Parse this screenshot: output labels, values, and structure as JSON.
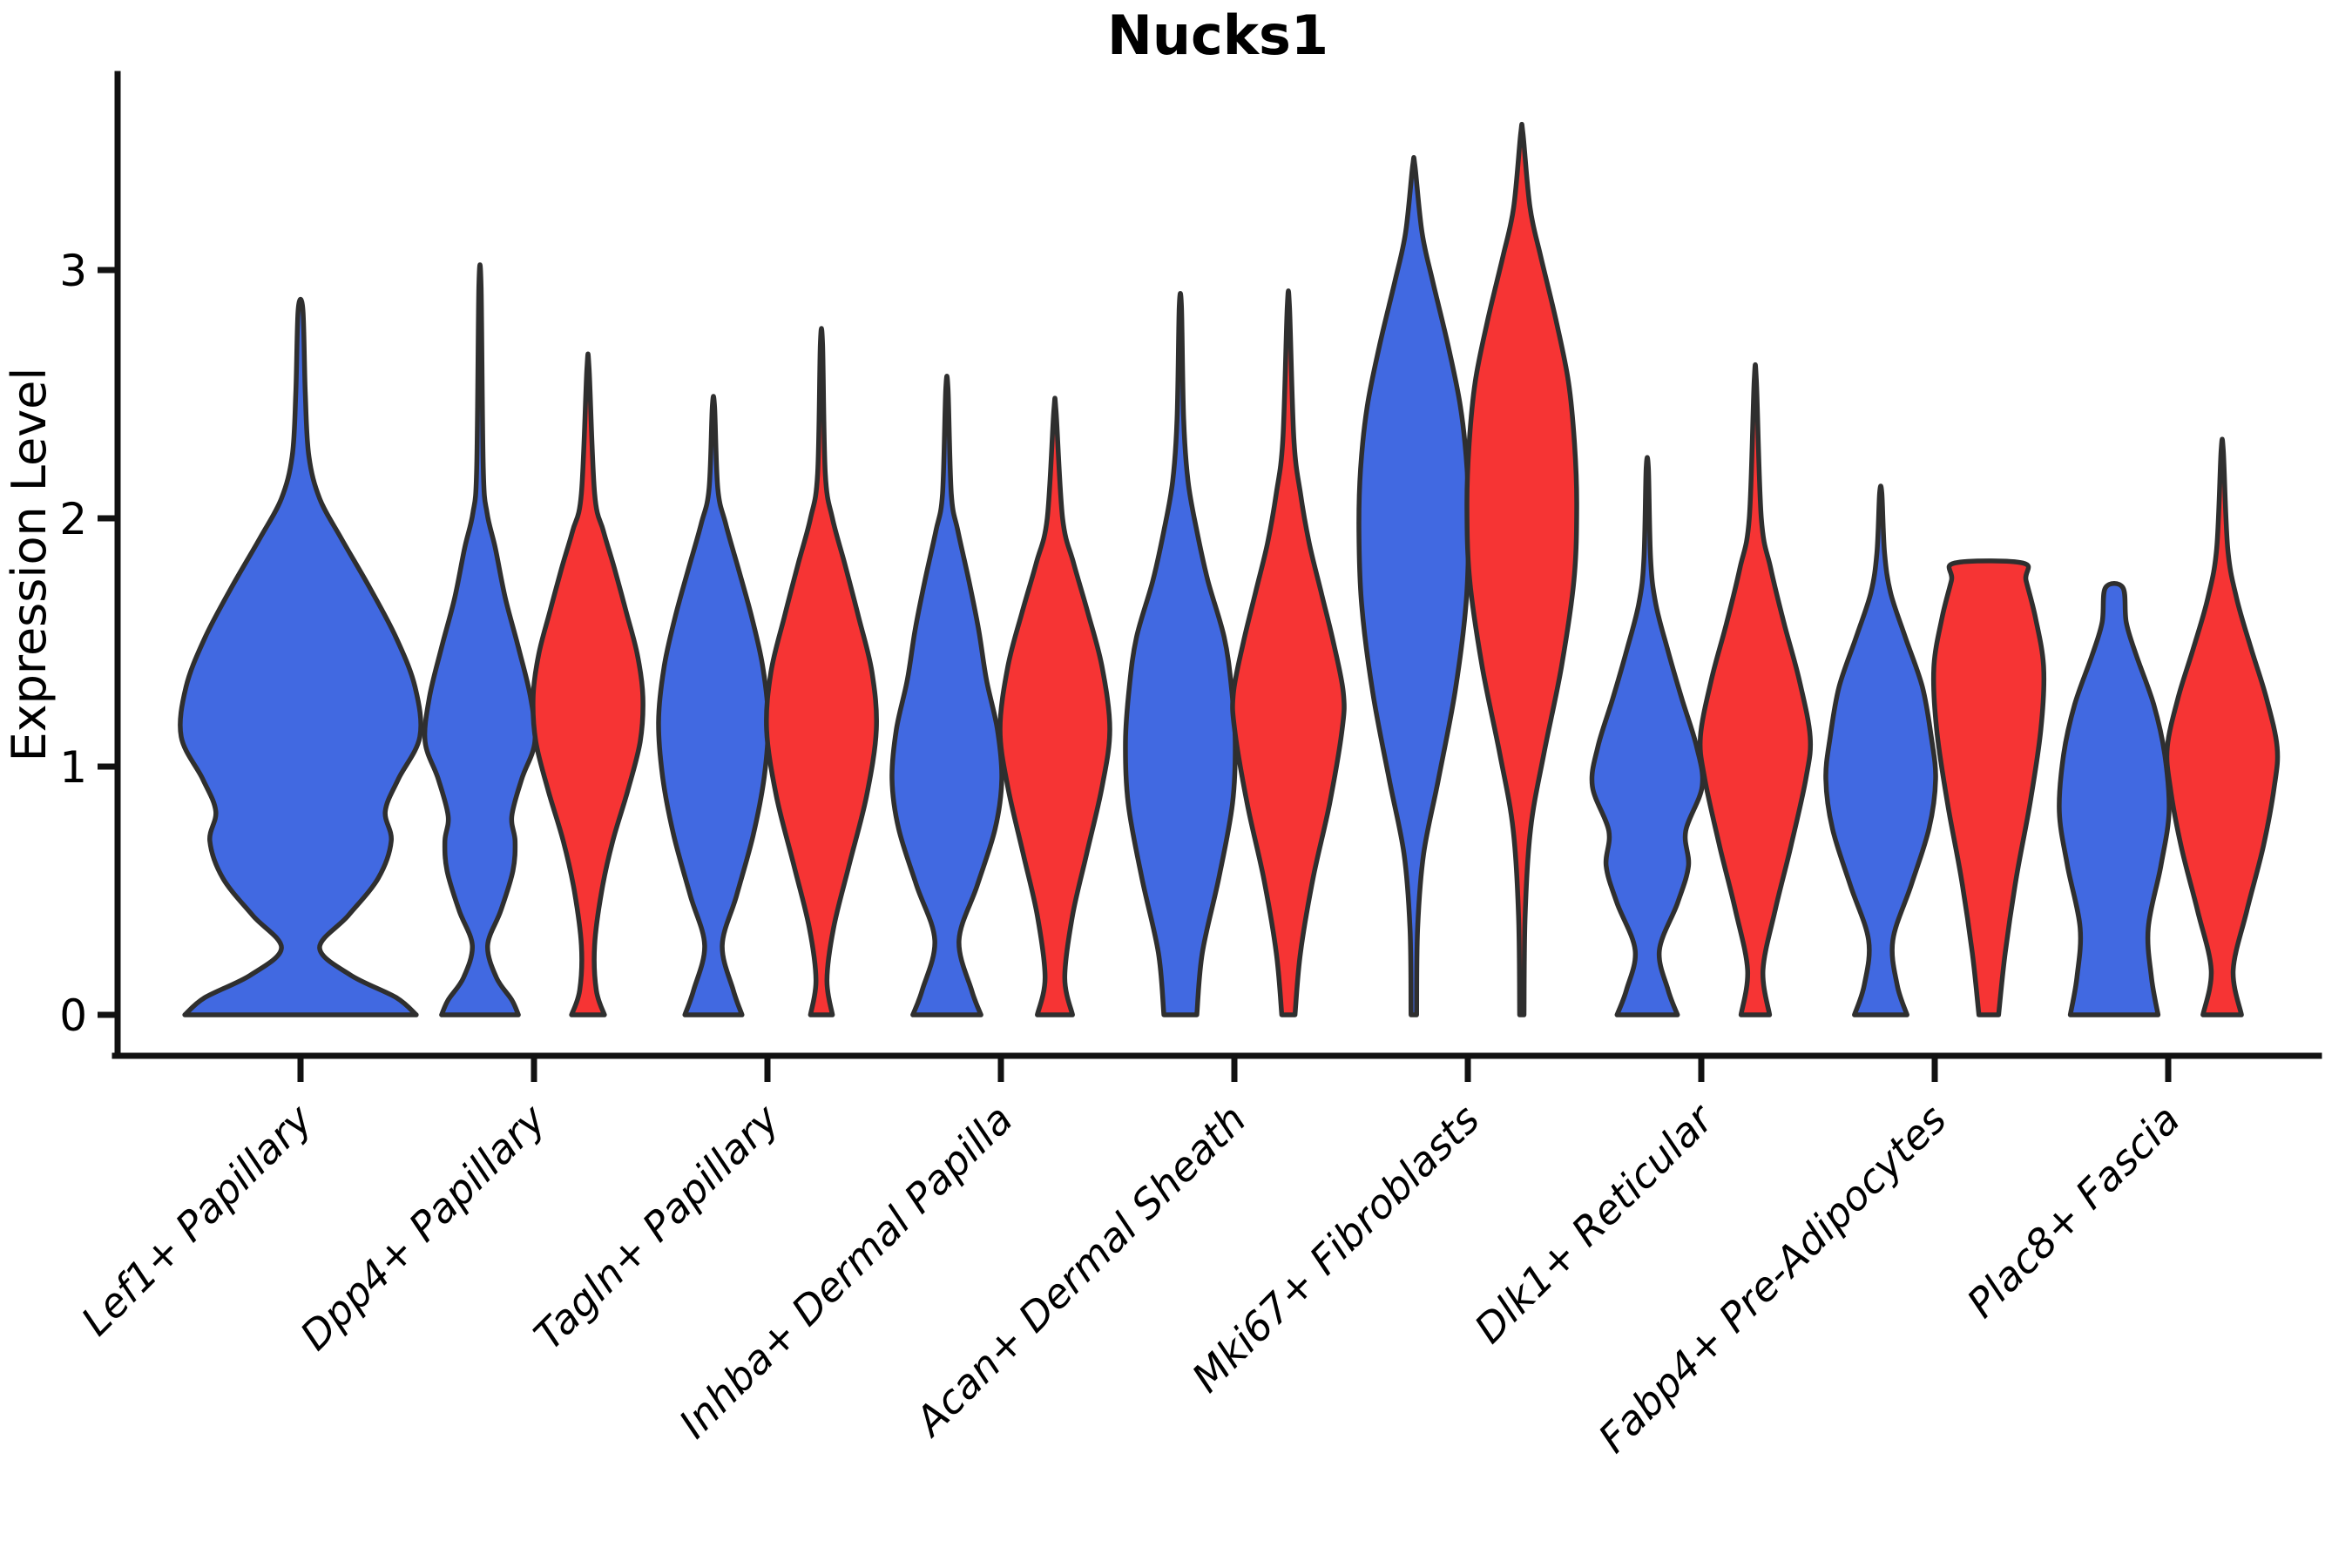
{
  "chart_data": {
    "type": "violin",
    "title": "Nucks1",
    "ylabel": "Expression Level",
    "yticks": [
      0,
      1,
      2,
      3
    ],
    "ylim": [
      0,
      3.79
    ],
    "grid": false,
    "legend": "none",
    "series_colors": {
      "blue": "#4169E1",
      "red": "#F63434"
    },
    "outline_color": "#2F2F2F",
    "axis_color": "#111111",
    "categories": [
      {
        "label": "Lef1+ Papillary",
        "violins": [
          {
            "series": "blue",
            "wide": true,
            "max": 2.84,
            "profile": [
              [
                0,
                0.97
              ],
              [
                0.07,
                0.8
              ],
              [
                0.16,
                0.42
              ],
              [
                0.27,
                0.16
              ],
              [
                0.4,
                0.4
              ],
              [
                0.55,
                0.65
              ],
              [
                0.7,
                0.76
              ],
              [
                0.82,
                0.71
              ],
              [
                0.95,
                0.82
              ],
              [
                1.12,
                1.0
              ],
              [
                1.32,
                0.96
              ],
              [
                1.52,
                0.8
              ],
              [
                1.72,
                0.58
              ],
              [
                1.92,
                0.34
              ],
              [
                2.08,
                0.16
              ],
              [
                2.25,
                0.07
              ],
              [
                2.5,
                0.04
              ],
              [
                2.84,
                0.02
              ]
            ]
          }
        ]
      },
      {
        "label": "Dpp4+ Papillary",
        "violins": [
          {
            "series": "blue",
            "max": 2.93,
            "profile": [
              [
                0,
                0.7
              ],
              [
                0.06,
                0.58
              ],
              [
                0.15,
                0.3
              ],
              [
                0.28,
                0.14
              ],
              [
                0.42,
                0.38
              ],
              [
                0.58,
                0.6
              ],
              [
                0.7,
                0.64
              ],
              [
                0.8,
                0.58
              ],
              [
                0.95,
                0.76
              ],
              [
                1.1,
                1.0
              ],
              [
                1.28,
                0.92
              ],
              [
                1.48,
                0.7
              ],
              [
                1.68,
                0.46
              ],
              [
                1.88,
                0.28
              ],
              [
                2.02,
                0.13
              ],
              [
                2.2,
                0.06
              ],
              [
                2.93,
                0.02
              ]
            ]
          },
          {
            "series": "red",
            "max": 2.6,
            "profile": [
              [
                0,
                0.3
              ],
              [
                0.1,
                0.15
              ],
              [
                0.28,
                0.12
              ],
              [
                0.5,
                0.25
              ],
              [
                0.7,
                0.45
              ],
              [
                0.9,
                0.72
              ],
              [
                1.1,
                0.95
              ],
              [
                1.28,
                1.0
              ],
              [
                1.45,
                0.9
              ],
              [
                1.62,
                0.7
              ],
              [
                1.8,
                0.48
              ],
              [
                1.95,
                0.28
              ],
              [
                2.1,
                0.12
              ],
              [
                2.6,
                0.02
              ]
            ]
          }
        ]
      },
      {
        "label": "Tagln+ Papillary",
        "violins": [
          {
            "series": "blue",
            "max": 2.45,
            "profile": [
              [
                0,
                0.52
              ],
              [
                0.1,
                0.36
              ],
              [
                0.28,
                0.16
              ],
              [
                0.48,
                0.42
              ],
              [
                0.72,
                0.72
              ],
              [
                0.95,
                0.92
              ],
              [
                1.18,
                1.0
              ],
              [
                1.4,
                0.9
              ],
              [
                1.6,
                0.7
              ],
              [
                1.8,
                0.45
              ],
              [
                1.98,
                0.22
              ],
              [
                2.12,
                0.08
              ],
              [
                2.45,
                0.02
              ]
            ]
          },
          {
            "series": "red",
            "max": 2.7,
            "profile": [
              [
                0,
                0.2
              ],
              [
                0.14,
                0.1
              ],
              [
                0.35,
                0.22
              ],
              [
                0.6,
                0.5
              ],
              [
                0.88,
                0.82
              ],
              [
                1.15,
                1.0
              ],
              [
                1.38,
                0.92
              ],
              [
                1.6,
                0.68
              ],
              [
                1.82,
                0.42
              ],
              [
                2.0,
                0.2
              ],
              [
                2.18,
                0.07
              ],
              [
                2.7,
                0.02
              ]
            ]
          }
        ]
      },
      {
        "label": "Inhba+ Dermal Papilla",
        "violins": [
          {
            "series": "blue",
            "max": 2.52,
            "profile": [
              [
                0,
                0.62
              ],
              [
                0.1,
                0.45
              ],
              [
                0.3,
                0.22
              ],
              [
                0.52,
                0.55
              ],
              [
                0.75,
                0.88
              ],
              [
                0.95,
                1.0
              ],
              [
                1.15,
                0.92
              ],
              [
                1.35,
                0.72
              ],
              [
                1.55,
                0.58
              ],
              [
                1.75,
                0.4
              ],
              [
                1.95,
                0.2
              ],
              [
                2.1,
                0.08
              ],
              [
                2.52,
                0.02
              ]
            ]
          },
          {
            "series": "red",
            "max": 2.43,
            "profile": [
              [
                0,
                0.32
              ],
              [
                0.15,
                0.18
              ],
              [
                0.4,
                0.32
              ],
              [
                0.65,
                0.58
              ],
              [
                0.92,
                0.86
              ],
              [
                1.15,
                1.0
              ],
              [
                1.4,
                0.86
              ],
              [
                1.62,
                0.6
              ],
              [
                1.82,
                0.34
              ],
              [
                2.0,
                0.14
              ],
              [
                2.43,
                0.02
              ]
            ]
          }
        ]
      },
      {
        "label": "Acan+ Dermal Sheath",
        "violins": [
          {
            "series": "blue",
            "max": 2.85,
            "profile": [
              [
                0,
                0.3
              ],
              [
                0.25,
                0.4
              ],
              [
                0.55,
                0.7
              ],
              [
                0.85,
                0.95
              ],
              [
                1.1,
                1.0
              ],
              [
                1.32,
                0.93
              ],
              [
                1.52,
                0.8
              ],
              [
                1.75,
                0.5
              ],
              [
                1.95,
                0.3
              ],
              [
                2.15,
                0.14
              ],
              [
                2.4,
                0.06
              ],
              [
                2.85,
                0.02
              ]
            ]
          },
          {
            "series": "red",
            "max": 2.85,
            "profile": [
              [
                0,
                0.12
              ],
              [
                0.25,
                0.22
              ],
              [
                0.55,
                0.45
              ],
              [
                0.85,
                0.75
              ],
              [
                1.15,
                0.98
              ],
              [
                1.3,
                1.0
              ],
              [
                1.5,
                0.82
              ],
              [
                1.7,
                0.6
              ],
              [
                1.9,
                0.38
              ],
              [
                2.1,
                0.22
              ],
              [
                2.32,
                0.1
              ],
              [
                2.85,
                0.02
              ]
            ]
          }
        ]
      },
      {
        "label": "Mki67+ Fibroblasts",
        "violins": [
          {
            "series": "blue",
            "max": 3.42,
            "profile": [
              [
                0,
                0.05
              ],
              [
                0.35,
                0.07
              ],
              [
                0.65,
                0.18
              ],
              [
                0.95,
                0.45
              ],
              [
                1.3,
                0.75
              ],
              [
                1.65,
                0.95
              ],
              [
                1.95,
                1.0
              ],
              [
                2.2,
                0.97
              ],
              [
                2.45,
                0.85
              ],
              [
                2.7,
                0.62
              ],
              [
                2.95,
                0.35
              ],
              [
                3.15,
                0.15
              ],
              [
                3.42,
                0.02
              ]
            ]
          },
          {
            "series": "red",
            "max": 3.55,
            "profile": [
              [
                0,
                0.04
              ],
              [
                0.4,
                0.06
              ],
              [
                0.75,
                0.16
              ],
              [
                1.05,
                0.4
              ],
              [
                1.4,
                0.72
              ],
              [
                1.75,
                0.95
              ],
              [
                2.05,
                1.0
              ],
              [
                2.3,
                0.96
              ],
              [
                2.55,
                0.85
              ],
              [
                2.8,
                0.62
              ],
              [
                3.05,
                0.35
              ],
              [
                3.25,
                0.15
              ],
              [
                3.55,
                0.02
              ]
            ]
          }
        ]
      },
      {
        "label": "Dlk1+ Reticular",
        "violins": [
          {
            "series": "blue",
            "max": 2.2,
            "profile": [
              [
                0,
                0.55
              ],
              [
                0.1,
                0.38
              ],
              [
                0.26,
                0.22
              ],
              [
                0.45,
                0.55
              ],
              [
                0.6,
                0.75
              ],
              [
                0.74,
                0.7
              ],
              [
                0.92,
                1.0
              ],
              [
                1.08,
                0.9
              ],
              [
                1.28,
                0.62
              ],
              [
                1.48,
                0.36
              ],
              [
                1.66,
                0.15
              ],
              [
                1.84,
                0.06
              ],
              [
                2.2,
                0.02
              ]
            ]
          },
          {
            "series": "red",
            "max": 2.55,
            "profile": [
              [
                0,
                0.26
              ],
              [
                0.18,
                0.14
              ],
              [
                0.42,
                0.36
              ],
              [
                0.68,
                0.65
              ],
              [
                0.95,
                0.92
              ],
              [
                1.12,
                1.0
              ],
              [
                1.35,
                0.8
              ],
              [
                1.58,
                0.52
              ],
              [
                1.8,
                0.28
              ],
              [
                2.0,
                0.11
              ],
              [
                2.55,
                0.02
              ]
            ]
          }
        ]
      },
      {
        "label": "Fabp4+ Pre-Adipocytes",
        "violins": [
          {
            "series": "blue",
            "max": 2.1,
            "profile": [
              [
                0,
                0.48
              ],
              [
                0.12,
                0.3
              ],
              [
                0.3,
                0.22
              ],
              [
                0.52,
                0.55
              ],
              [
                0.75,
                0.88
              ],
              [
                0.95,
                1.0
              ],
              [
                1.12,
                0.92
              ],
              [
                1.32,
                0.76
              ],
              [
                1.52,
                0.45
              ],
              [
                1.7,
                0.18
              ],
              [
                1.86,
                0.07
              ],
              [
                2.1,
                0.02
              ]
            ]
          },
          {
            "series": "red",
            "max": 1.82,
            "flat_top": true,
            "profile": [
              [
                0,
                0.18
              ],
              [
                0.25,
                0.3
              ],
              [
                0.55,
                0.5
              ],
              [
                0.85,
                0.75
              ],
              [
                1.15,
                0.95
              ],
              [
                1.4,
                1.0
              ],
              [
                1.6,
                0.85
              ],
              [
                1.75,
                0.68
              ],
              [
                1.82,
                0.62
              ]
            ]
          }
        ]
      },
      {
        "label": "Plac8+ Fascia",
        "violins": [
          {
            "series": "blue",
            "max": 1.72,
            "flat_top": true,
            "profile": [
              [
                0,
                0.8
              ],
              [
                0.15,
                0.68
              ],
              [
                0.35,
                0.62
              ],
              [
                0.6,
                0.85
              ],
              [
                0.82,
                1.0
              ],
              [
                1.05,
                0.92
              ],
              [
                1.25,
                0.72
              ],
              [
                1.45,
                0.4
              ],
              [
                1.58,
                0.22
              ],
              [
                1.72,
                0.16
              ]
            ]
          },
          {
            "series": "red",
            "max": 2.27,
            "profile": [
              [
                0,
                0.35
              ],
              [
                0.18,
                0.2
              ],
              [
                0.42,
                0.45
              ],
              [
                0.68,
                0.75
              ],
              [
                0.92,
                0.95
              ],
              [
                1.08,
                1.0
              ],
              [
                1.28,
                0.8
              ],
              [
                1.48,
                0.52
              ],
              [
                1.68,
                0.26
              ],
              [
                1.88,
                0.1
              ],
              [
                2.27,
                0.02
              ]
            ]
          }
        ]
      }
    ]
  }
}
